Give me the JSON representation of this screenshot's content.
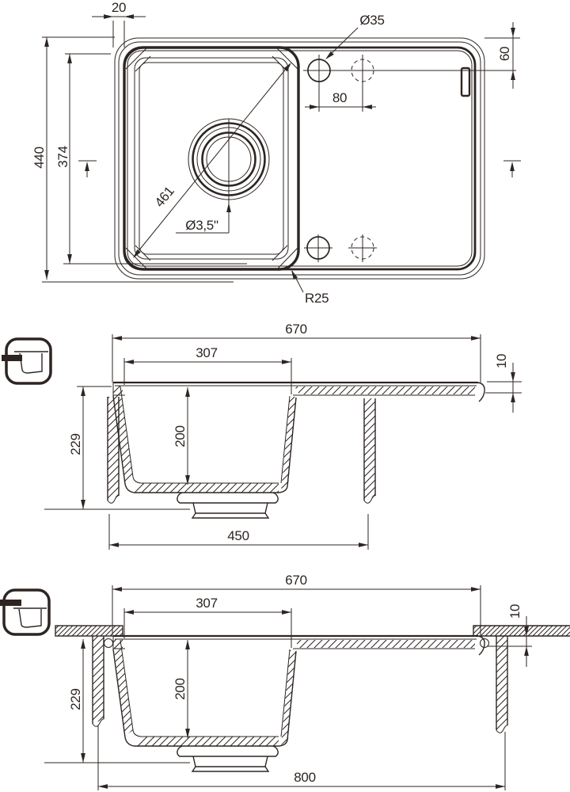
{
  "drawing": {
    "title": "kitchen-sink-technical-drawing",
    "views": {
      "top": {
        "labels": {
          "rim_offset": "20",
          "tap_hole_diameter": "Ø35",
          "hole_edge_offset": "60",
          "hole_spacing": "80",
          "overall_depth": "440",
          "bowl_outer_depth": "374",
          "bowl_diagonal": "461",
          "drain_diameter": "Ø3,5\"",
          "corner_radius": "R25"
        }
      },
      "section_inset": {
        "labels": {
          "overall_width": "670",
          "bowl_width": "307",
          "edge_thickness": "10",
          "overall_depth": "229",
          "bowl_depth": "200",
          "cabinet_width": "450"
        }
      },
      "section_undermount": {
        "labels": {
          "overall_width": "670",
          "bowl_width": "307",
          "edge_thickness": "10",
          "overall_depth": "229",
          "bowl_depth": "200",
          "cabinet_width": "800"
        }
      }
    },
    "line_color": "#2d2522"
  }
}
